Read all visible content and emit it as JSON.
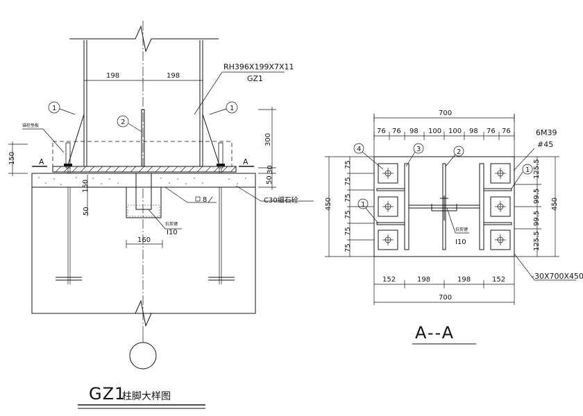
{
  "elevation": {
    "top_dim_left": "198",
    "top_dim_right": "198",
    "section_label": "RH396X199X7X11",
    "member_label": "GZ1",
    "dim_300": "300",
    "dim_50": "50",
    "dim_30": "30",
    "dim_150_left": "150",
    "dim_150_inner": "150",
    "dim_50_inner": "50",
    "dim_160": "160",
    "weld_8": "8",
    "concrete_label": "C30细石砼",
    "shear_key_label": "抗剪键",
    "shear_key_size": "I10",
    "left_callout": "锚栓垫板",
    "cut_mark": "A",
    "callout_1": "1",
    "callout_2": "2"
  },
  "section": {
    "width_total": "700",
    "top_dims": [
      "76",
      "76",
      "98",
      "100",
      "100",
      "98",
      "76",
      "76"
    ],
    "bottom_dims": [
      "152",
      "198",
      "198",
      "152"
    ],
    "bottom_total": "700",
    "left_dims": [
      "75",
      "75",
      "75",
      "75",
      "75",
      "75"
    ],
    "left_total": "450",
    "right_dims": [
      "125.5",
      "99.5",
      "99.5",
      "125.5"
    ],
    "right_total": "450",
    "bolt_label": "6M39",
    "bolt_label_sub": "#45",
    "plate_label": "-30X700X450",
    "shear_key_label": "抗剪键",
    "shear_key_size": "I10",
    "callout_1": "1",
    "callout_2": "2",
    "callout_3": "3",
    "callout_4": "4",
    "view_title": "A--A"
  },
  "title": {
    "main": "GZ1",
    "sub": "柱脚大样图"
  }
}
